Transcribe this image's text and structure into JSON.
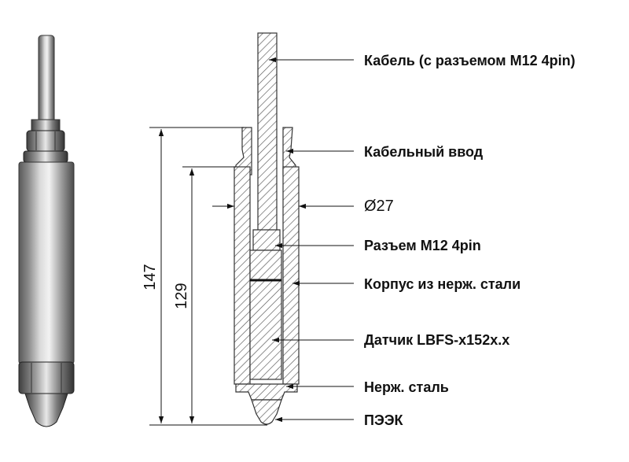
{
  "labels": {
    "cable": "Кабель (с разъемом М12 4pin)",
    "gland": "Кабельный ввод",
    "diameter": "Ø27",
    "connector": "Разъем М12 4pin",
    "housing": "Корпус из нерж. стали",
    "sensor": "Датчик LBFS-x152x.x",
    "steel": "Нерж. сталь",
    "peek": "ПЭЭК"
  },
  "dimensions": {
    "total": "147",
    "inner": "129"
  },
  "icons": [
    "arrow-icon",
    "hatch-pattern"
  ]
}
